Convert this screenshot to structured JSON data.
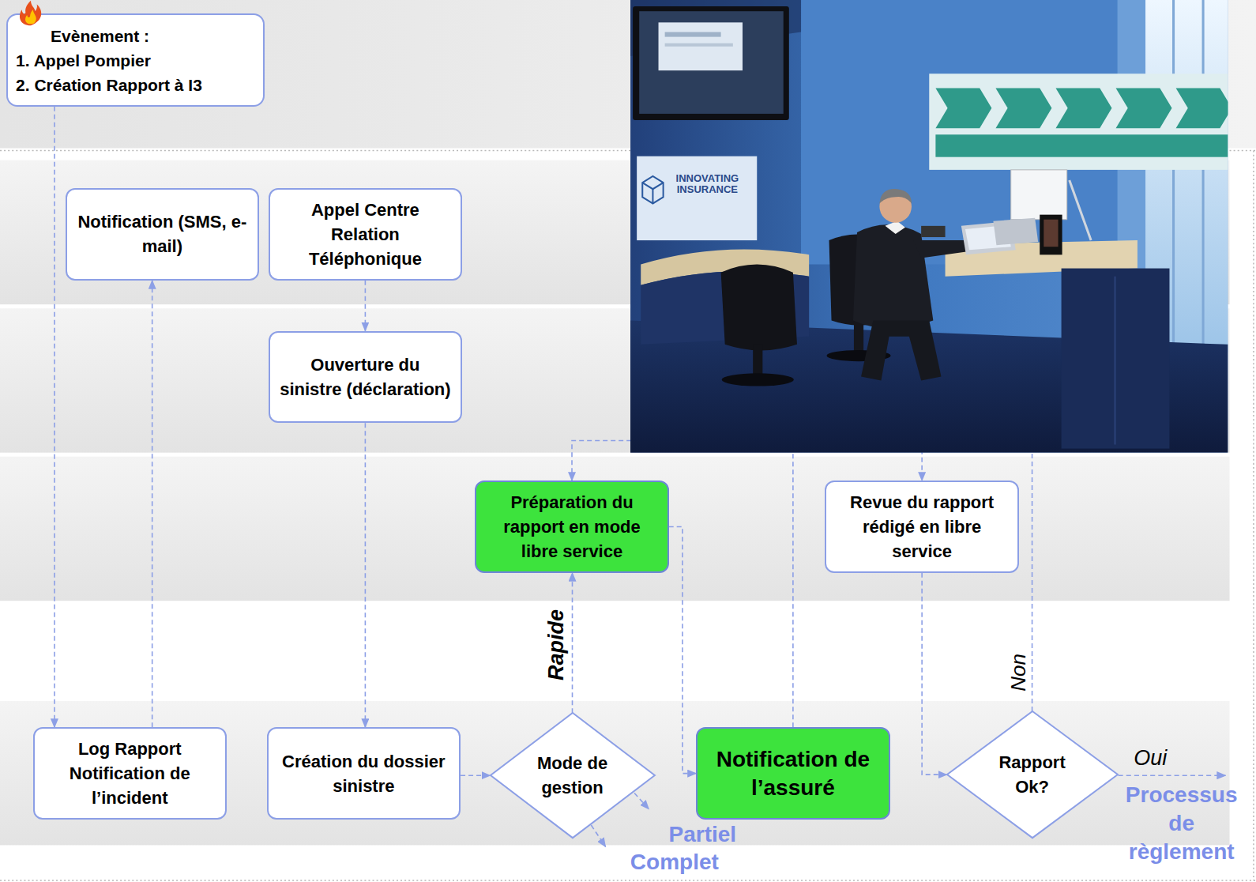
{
  "diagram": {
    "nodes": [
      {
        "text": [
          "Evènement :",
          "1. Appel Pompier",
          "2. Création Rapport à I3"
        ]
      },
      {
        "text": [
          "Notification (SMS, e-mail)"
        ]
      },
      {
        "text": [
          "Appel Centre Relation Téléphonique"
        ]
      },
      {
        "text": [
          "Ouverture du sinistre (déclaration)"
        ]
      },
      {
        "text": [
          "Préparation du rapport en mode libre service"
        ]
      },
      {
        "text": [
          "Revue du rapport rédigé en libre service"
        ]
      },
      {
        "text": [
          "Log Rapport Notification de l’incident"
        ]
      },
      {
        "text": [
          "Création du dossier sinistre"
        ]
      },
      {
        "text": [
          "Mode de gestion"
        ]
      },
      {
        "text": [
          "Notification de l’assuré"
        ]
      },
      {
        "text": [
          "Rapport Ok?"
        ]
      }
    ],
    "edges": [
      {
        "from": 0,
        "to": 6,
        "arrow": "to"
      },
      {
        "from": 6,
        "to": 1,
        "arrow": "to"
      },
      {
        "from": 2,
        "to": 3,
        "arrow": "to"
      },
      {
        "from": 3,
        "to": 7,
        "arrow": "to"
      },
      {
        "from": 7,
        "to": 8,
        "arrow": "to"
      },
      {
        "from": 8,
        "to": 4,
        "label": "Rapide",
        "arrow": "to"
      },
      {
        "from": 4,
        "to": 9,
        "arrow": "to"
      },
      {
        "from": 9,
        "to": 5,
        "arrow": "to"
      },
      {
        "from": 5,
        "to": 10,
        "arrow": "to"
      },
      {
        "from": 10,
        "to": 4,
        "label": "Non",
        "arrow": "to"
      }
    ],
    "labels": [
      "Partiel",
      "Complet",
      "Oui",
      "Processus de règlement",
      "INNOVATING INSURANCE"
    ]
  }
}
